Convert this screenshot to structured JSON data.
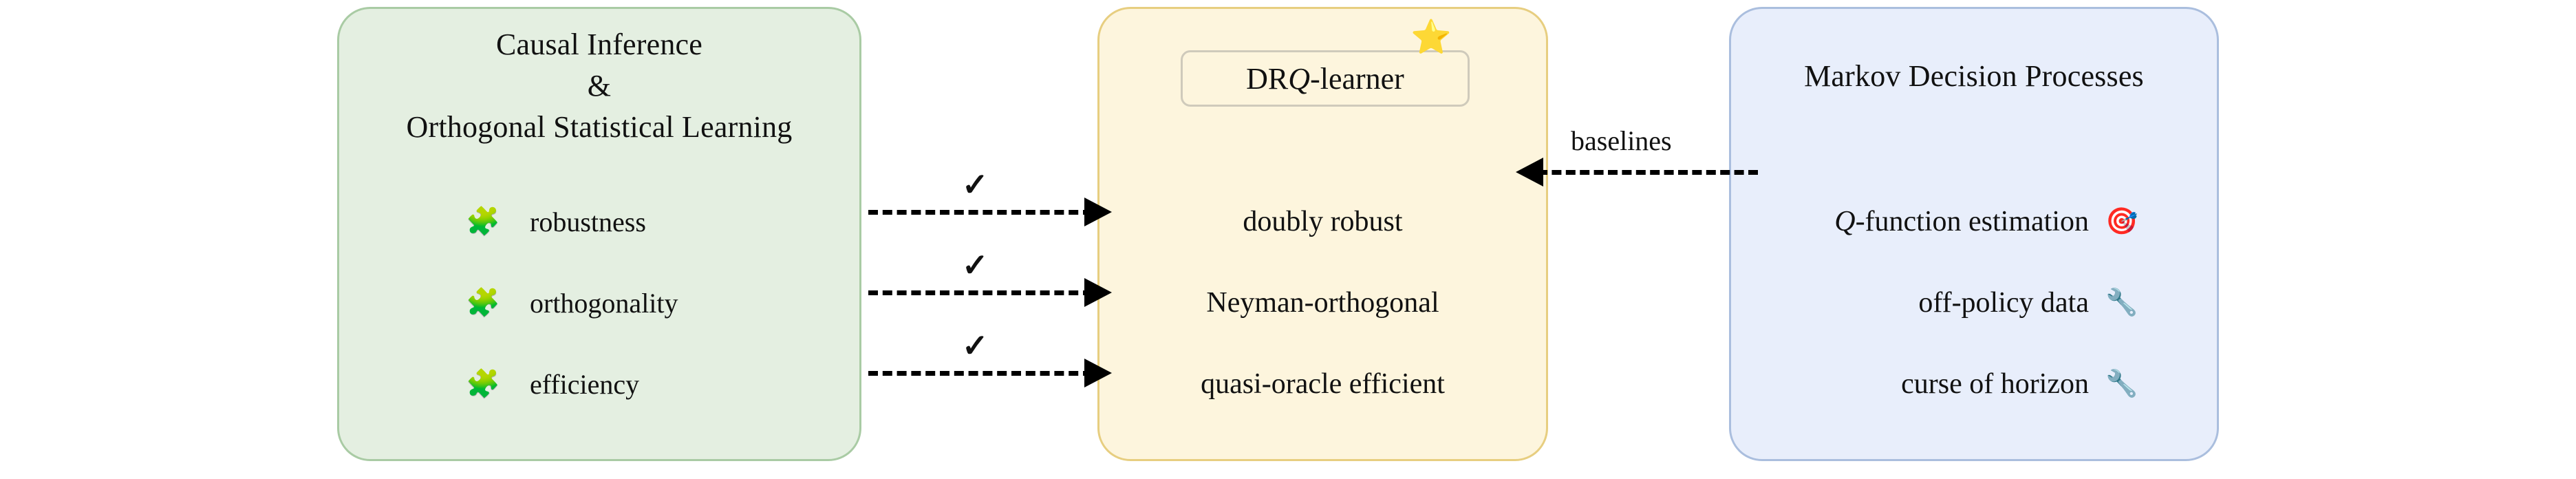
{
  "diagram": {
    "title": "DRQ-learner positioning diagram",
    "colors": {
      "green_fill": "#e4efe1",
      "green_border": "#a9cba4",
      "yellow_fill": "#fdf5dd",
      "yellow_border": "#e7ce80",
      "blue_fill": "#e8eefb",
      "blue_border": "#aabede",
      "arrow": "#000000",
      "star": "#f3c023"
    }
  },
  "left_panel": {
    "title_line1": "Causal Inference",
    "title_line2": "&",
    "title_line3": "Orthogonal Statistical Learning",
    "items": [
      {
        "icon": "puzzle-piece-icon",
        "glyph": "🧩",
        "label": "robustness"
      },
      {
        "icon": "puzzle-piece-icon",
        "glyph": "🧩",
        "label": "orthogonality"
      },
      {
        "icon": "puzzle-piece-icon",
        "glyph": "🧩",
        "label": "efficiency"
      }
    ]
  },
  "center_panel": {
    "badge": {
      "prefix": "DR",
      "italic": "Q",
      "suffix": "-learner"
    },
    "star": {
      "icon": "star-icon",
      "glyph": "⭐"
    },
    "items": [
      {
        "label": "doubly robust"
      },
      {
        "label": "Neyman-orthogonal"
      },
      {
        "label": "quasi-oracle efficient"
      }
    ]
  },
  "right_panel": {
    "title": "Markov Decision Processes",
    "items": [
      {
        "italic": "Q",
        "label": "-function estimation",
        "icon": "target-icon",
        "glyph": "🎯"
      },
      {
        "italic": "",
        "label": "off-policy data",
        "icon": "wrench-icon",
        "glyph": "🔧"
      },
      {
        "italic": "",
        "label": "curse of horizon",
        "icon": "wrench-icon",
        "glyph": "🔧"
      }
    ]
  },
  "connectors": [
    {
      "name": "robustness-arrow",
      "check": "✓",
      "direction": "right"
    },
    {
      "name": "orthogonality-arrow",
      "check": "✓",
      "direction": "right"
    },
    {
      "name": "efficiency-arrow",
      "check": "✓",
      "direction": "right"
    },
    {
      "name": "baselines-arrow",
      "label": "baselines",
      "direction": "left"
    }
  ]
}
